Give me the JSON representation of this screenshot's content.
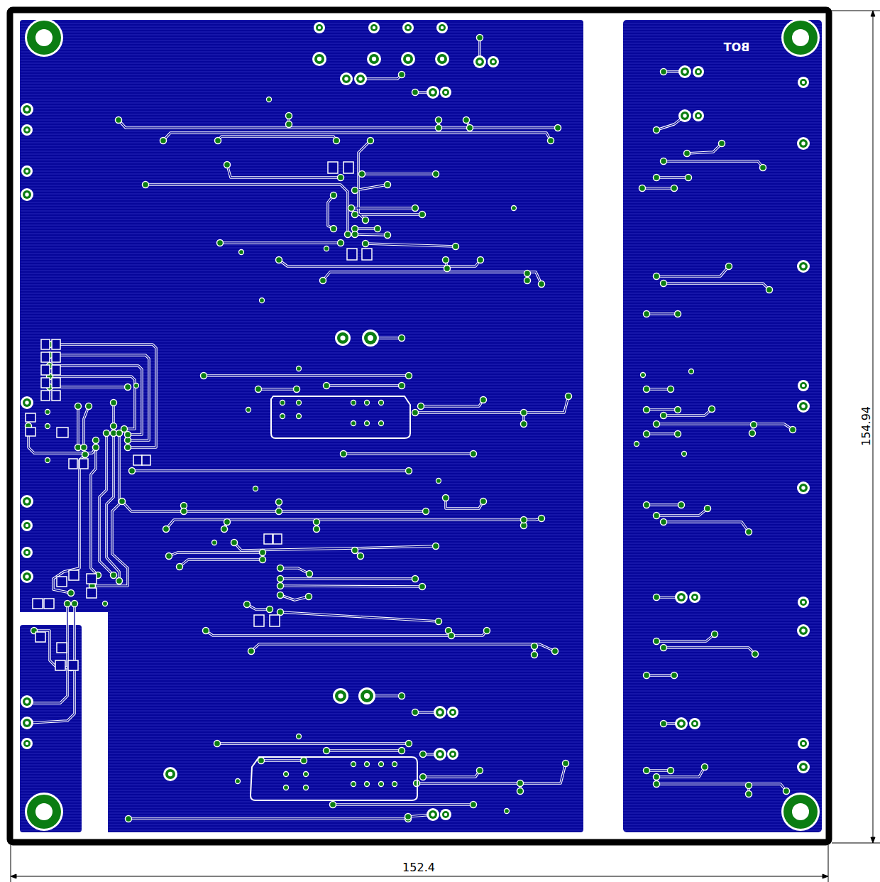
{
  "diagram": {
    "labels": [
      "BOT",
      "154.94",
      "152.4"
    ]
  }
}
